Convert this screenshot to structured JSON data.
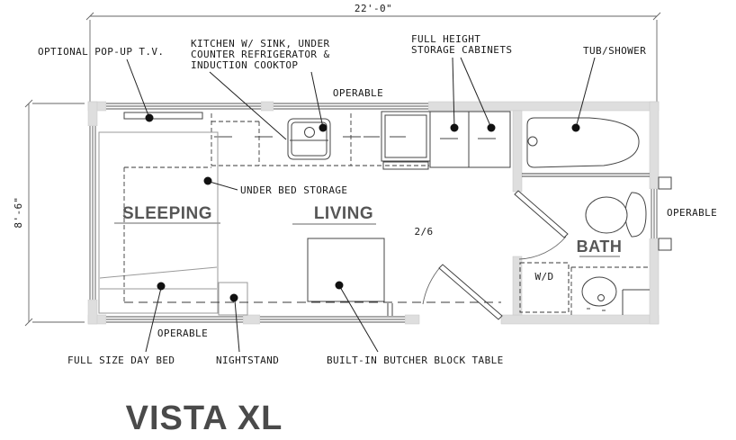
{
  "title": "VISTA XL",
  "dimensions": {
    "width": "22'-0\"",
    "height": "8'-6\""
  },
  "rooms": {
    "sleeping": "SLEEPING",
    "living": "LIVING",
    "bath": "BATH"
  },
  "labels": {
    "tv": "OPTIONAL POP-UP T.V.",
    "kitchen": [
      "KITCHEN W/ SINK, UNDER",
      "COUNTER REFRIGERATOR &",
      "INDUCTION COOKTOP"
    ],
    "cabinets": [
      "FULL HEIGHT",
      "STORAGE CABINETS"
    ],
    "tub": "TUB/SHOWER",
    "operable_top": "OPERABLE",
    "operable_right": "OPERABLE",
    "operable_bottom": "OPERABLE",
    "under_bed": "UNDER BED STORAGE",
    "door_size": "2/6",
    "washer_dryer": "W/D",
    "day_bed": "FULL SIZE DAY BED",
    "nightstand": "NIGHTSTAND",
    "table": "BUILT-IN BUTCHER BLOCK TABLE"
  },
  "colors": {
    "wall_fill": "#dedede",
    "line": "#333333",
    "label_text": "#1a1a1a",
    "room_text": "#565656",
    "title_text": "#4a4a4a"
  }
}
